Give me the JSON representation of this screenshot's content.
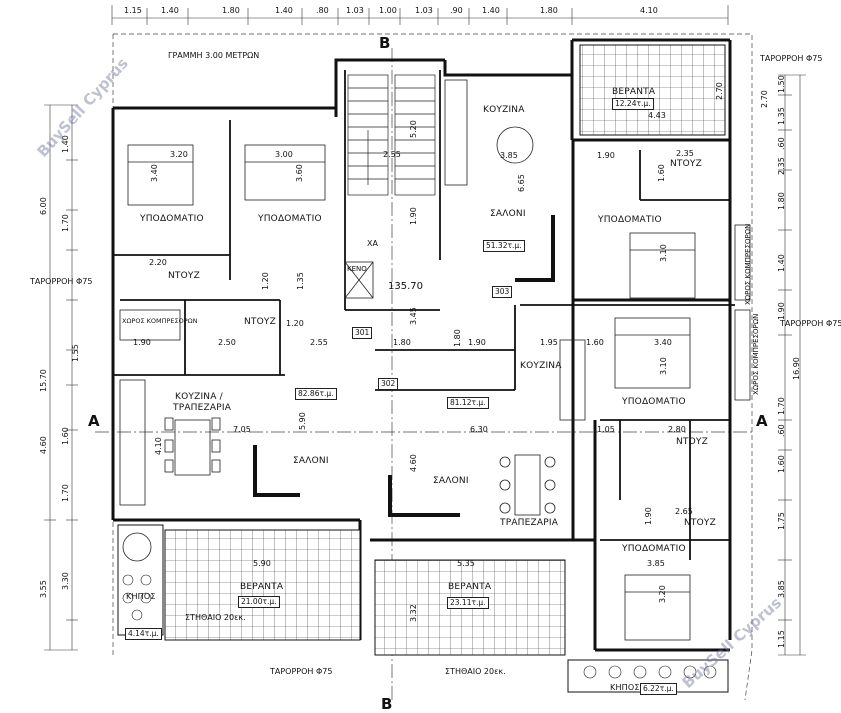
{
  "top_dimensions": [
    "1.15",
    "1.40",
    "1.80",
    "1.40",
    ".80",
    "1.03",
    "1.00",
    "1.03",
    ".90",
    "1.40",
    "1.80",
    "4.10"
  ],
  "left_dimensions": [
    "1.40",
    "6.00",
    "1.70",
    "15.70",
    "1.60",
    "4.60",
    "1.70",
    "3.55",
    "3.30"
  ],
  "right_dimensions": [
    "1.50",
    "2.70",
    "1.35",
    ".60",
    "2.35",
    "1.80",
    "1.40",
    "1.90",
    "16.90",
    "1.70",
    ".60",
    "1.60",
    "1.75",
    "3.85",
    "1.15"
  ],
  "annotations": {
    "building_line": "ΓΡΑΜΜΗ 3.00  ΜΕΤΡΩΝ",
    "drain_tr": "ΤΑΡΟΡΡΟΗ Φ75",
    "drain_left": "ΤΑΡΟΡΡΟΗ Φ75",
    "drain_right": "ΤΑΡΟΡΡΟΗ Φ75",
    "drain_bottom": "ΤΑΡΟΡΡΟΗ Φ75",
    "section_b_top": "B",
    "section_b_bottom": "B",
    "section_a_left": "A",
    "section_a_right": "A",
    "level": "135.70",
    "compressor_1": "ΧΩΡΟΣ ΚΟΜΠΡΕΣΟΡΩΝ",
    "compressor_2": "ΧΩΡΟΣ ΚΟΜΠΡΕΣΟΡΩΝ",
    "compressor_3": "ΧΩΡΟΣ ΚΟΜΠΡΕΣΟΡΩΝ",
    "lift": "ΧΑ",
    "elevator": "ΚΕΝΟ",
    "code_301": "301",
    "code_302": "302",
    "code_303": "303",
    "pillar_1": "ΣΤΗΘΑΙΟ 20εκ.",
    "pillar_2": "ΣΤΗΘΑΙΟ 20εκ.",
    "watermark_1": "BuySell Cyprus",
    "watermark_2": "BuySell Cyprus"
  },
  "rooms": {
    "bedroom_a1": "ΥΠΟΔΟΜΑΤΙΟ",
    "bedroom_a2": "ΥΠΟΔΟΜΑΤΙΟ",
    "shower_a1": "ΝΤΟΥΖ",
    "shower_a2": "ΝΤΟΥΖ",
    "kitchen_a": "ΚΟΥΖΙΝΑ /",
    "kitchen_a2": "ΤΡΑΠΕΖΑΡΙΑ",
    "living_a": "ΣΑΛΟΝΙ",
    "area_a": "82.86τ.μ.",
    "veranda_a": "ΒΕΡΑΝΤΑ",
    "veranda_a_area": "21.00τ.μ.",
    "garden_a": "ΚΗΠΟΣ",
    "garden_a_area": "4.14τ.μ.",
    "kitchen_b": "ΚΟΥΖΙΝΑ",
    "living_b": "ΣΑΛΟΝΙ",
    "area_b": "51.32τ.μ.",
    "veranda_b": "ΒΕΡΑΝΤΑ",
    "veranda_b_area": "12.24τ.μ.",
    "bedroom_b": "ΥΠΟΔΟΜΑΤΙΟ",
    "shower_b": "ΝΤΟΥΖ",
    "kitchen_c": "ΚΟΥΖΙΝΑ",
    "bedroom_c1": "ΥΠΟΔΟΜΑΤΙΟ",
    "shower_c1": "ΝΤΟΥΖ",
    "shower_c2": "ΝΤΟΥΖ",
    "bedroom_c2": "ΥΠΟΔΟΜΑΤΙΟ",
    "living_c": "ΣΑΛΟΝΙ",
    "dining_c": "ΤΡΑΠΕΖΑΡΙΑ",
    "area_c": "81.12τ.μ.",
    "veranda_c": "ΒΕΡΑΝΤΑ",
    "veranda_c_area": "23.11τ.μ.",
    "garden_c": "ΚΗΠΟΣ",
    "garden_c_area": "6.22τ.μ."
  },
  "inner_dimensions": {
    "d1": "3.20",
    "d2": "3.00",
    "d3": "3.40",
    "d4": "3.60",
    "d5": "2.55",
    "d6": "3.85",
    "d7": "1.90",
    "d8": "2.35",
    "d9": "6.65",
    "d10": "3.10",
    "d11": "2.20",
    "d12": "2.50",
    "d13": "2.55",
    "d14": "1.80",
    "d15": "1.90",
    "d16": "1.95",
    "d17": "1.60",
    "d18": "3.40",
    "d19": "7.05",
    "d20": "5.90",
    "d21": "6.30",
    "d22": "1.05",
    "d23": "2.80",
    "d24": "4.10",
    "d25": "4.60",
    "d26": "2.65",
    "d27": "5.90",
    "d28": "5.35",
    "d29": "3.85",
    "d30": "3.20",
    "d31": "3.32",
    "d32": "5.20",
    "d33": "1.90",
    "d34": "1.35",
    "d35": "1.20",
    "d36": "1.20",
    "d37": "1.80",
    "d38": "3.45",
    "d39": "4.43",
    "d40": "2.70",
    "d41": "1.60",
    "d42": "3.10",
    "d43": "1.90",
    "d44": "1.55",
    "d45": "1.90"
  }
}
